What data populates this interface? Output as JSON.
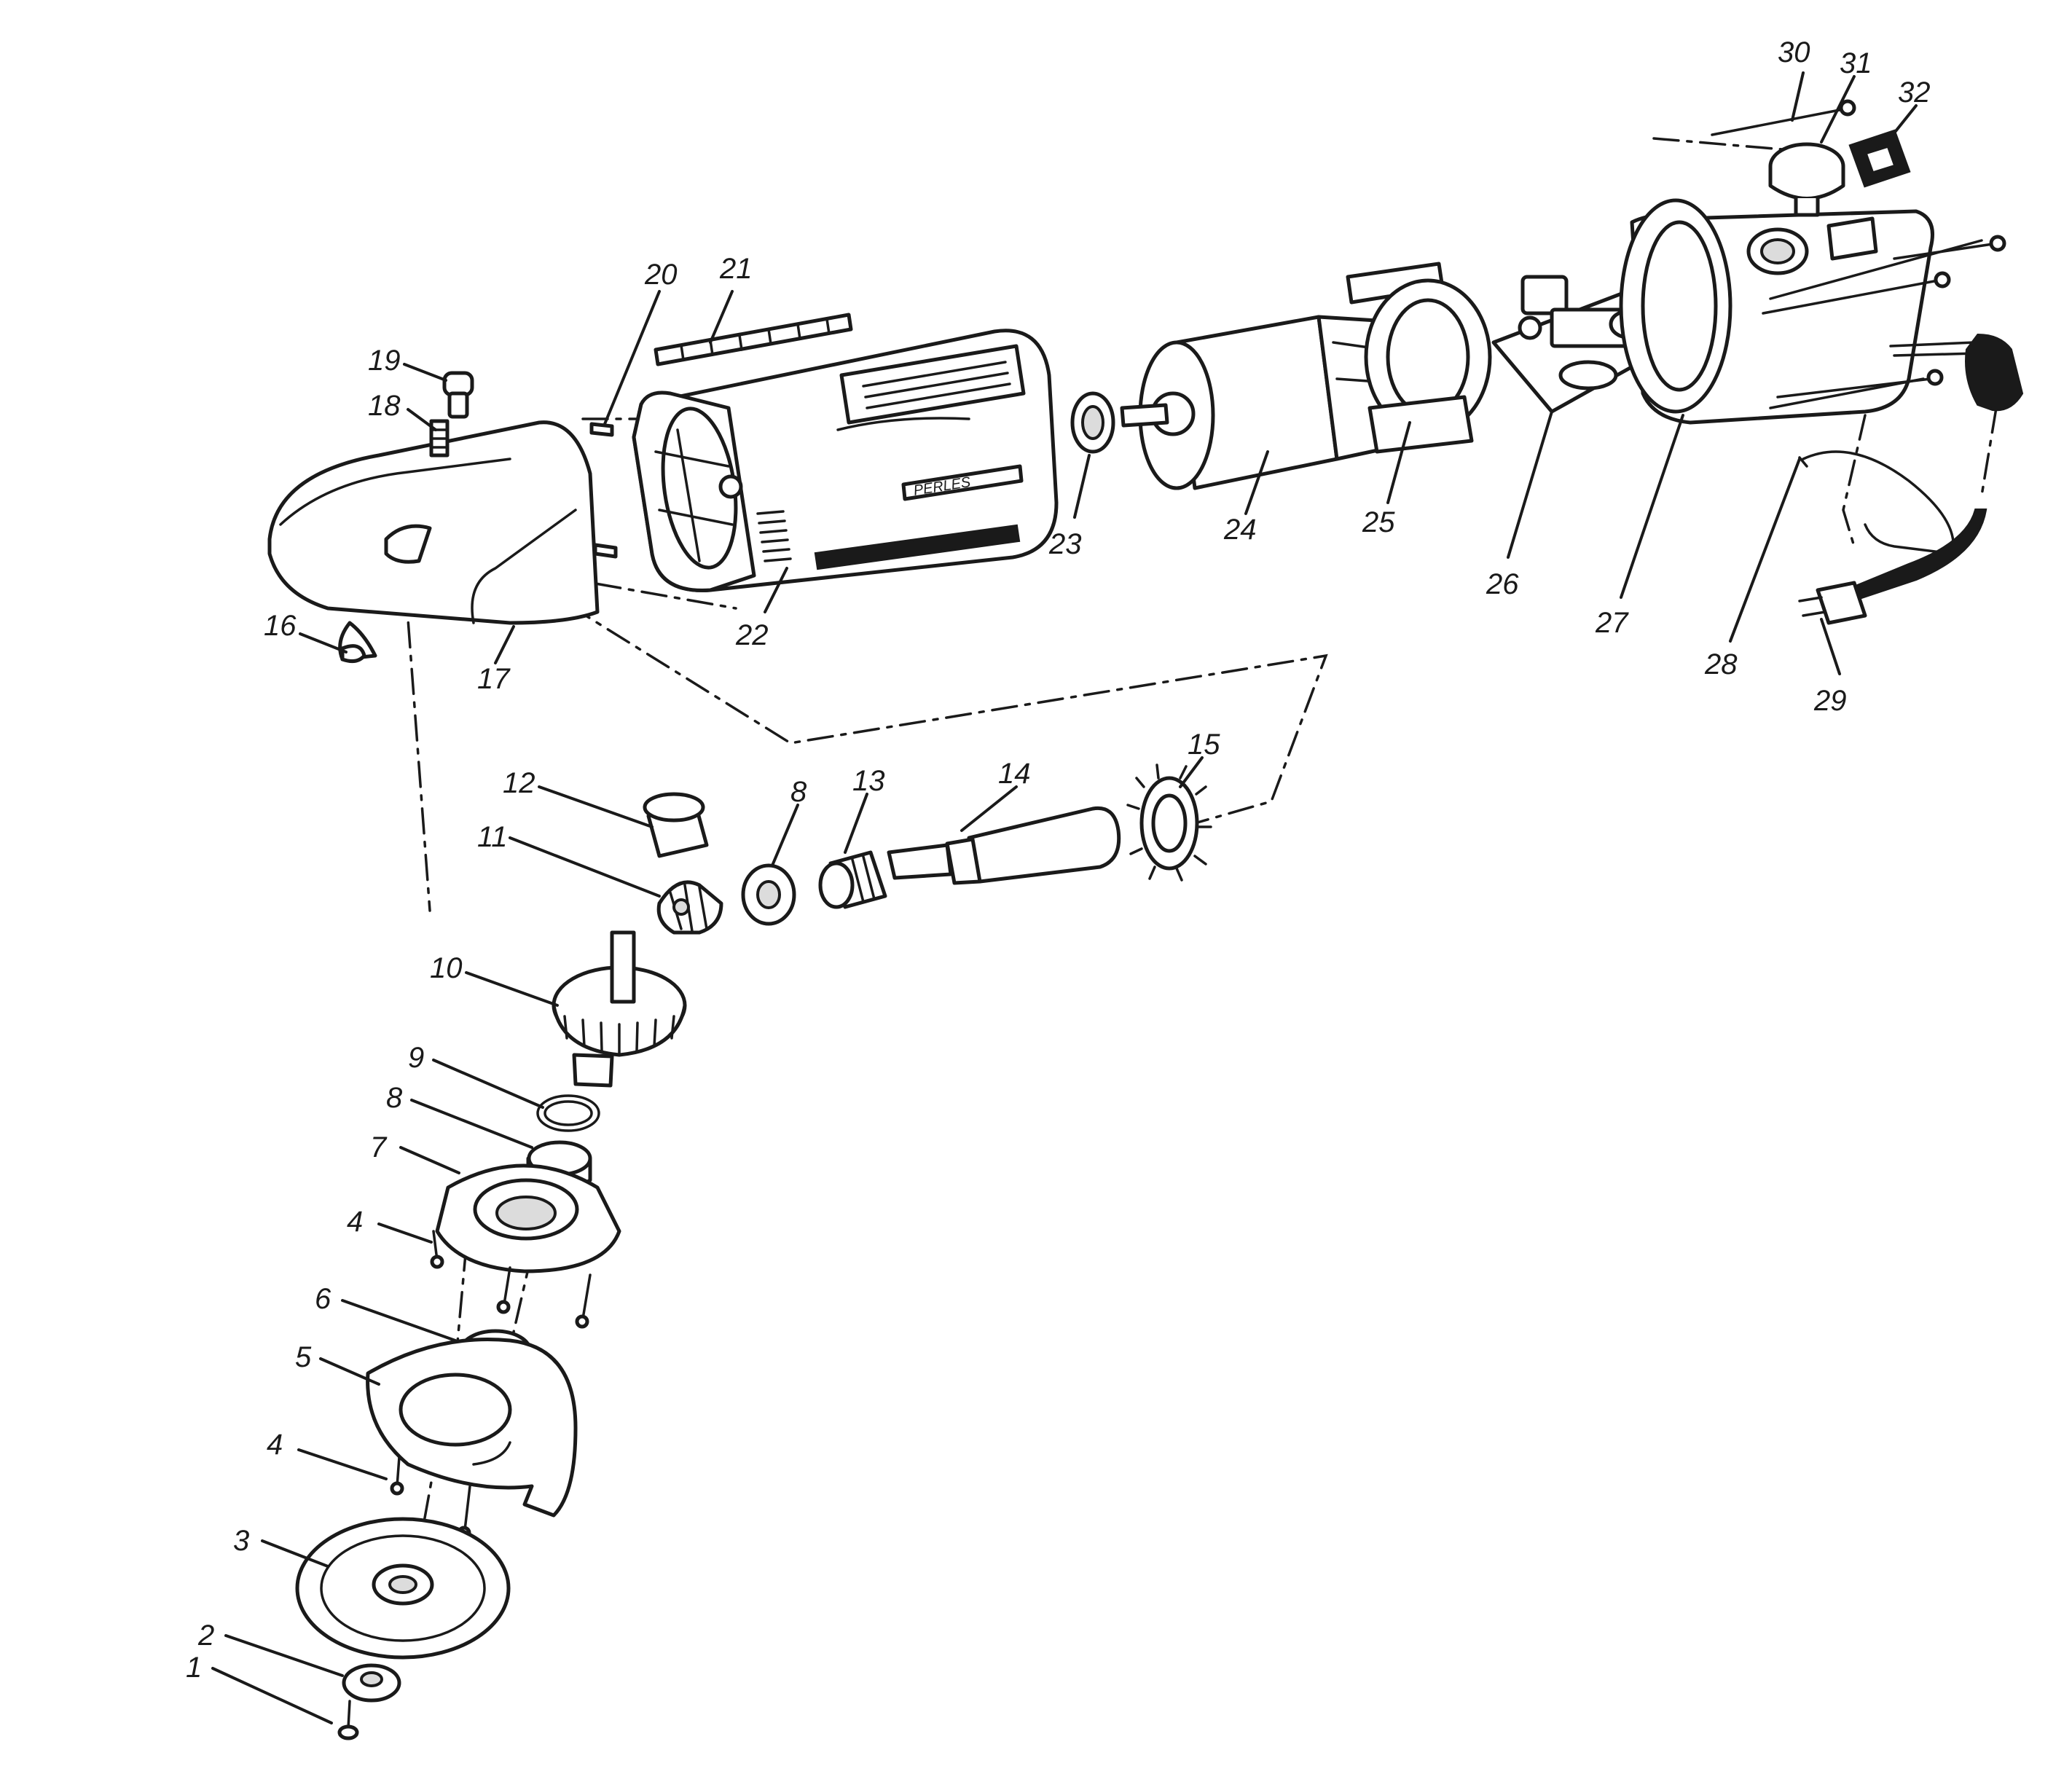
{
  "housing_label": "PERLES",
  "parts": [
    {
      "id": "1",
      "label": "1"
    },
    {
      "id": "2",
      "label": "2"
    },
    {
      "id": "3",
      "label": "3"
    },
    {
      "id": "4a",
      "label": "4"
    },
    {
      "id": "5",
      "label": "5"
    },
    {
      "id": "6",
      "label": "6"
    },
    {
      "id": "4b",
      "label": "4"
    },
    {
      "id": "7",
      "label": "7"
    },
    {
      "id": "8a",
      "label": "8"
    },
    {
      "id": "9",
      "label": "9"
    },
    {
      "id": "10",
      "label": "10"
    },
    {
      "id": "11",
      "label": "11"
    },
    {
      "id": "12",
      "label": "12"
    },
    {
      "id": "8b",
      "label": "8"
    },
    {
      "id": "13",
      "label": "13"
    },
    {
      "id": "14",
      "label": "14"
    },
    {
      "id": "15",
      "label": "15"
    },
    {
      "id": "16",
      "label": "16"
    },
    {
      "id": "17",
      "label": "17"
    },
    {
      "id": "18",
      "label": "18"
    },
    {
      "id": "19",
      "label": "19"
    },
    {
      "id": "20",
      "label": "20"
    },
    {
      "id": "21",
      "label": "21"
    },
    {
      "id": "22",
      "label": "22"
    },
    {
      "id": "23",
      "label": "23"
    },
    {
      "id": "24",
      "label": "24"
    },
    {
      "id": "25",
      "label": "25"
    },
    {
      "id": "26",
      "label": "26"
    },
    {
      "id": "27",
      "label": "27"
    },
    {
      "id": "28",
      "label": "28"
    },
    {
      "id": "29",
      "label": "29"
    },
    {
      "id": "30",
      "label": "30"
    },
    {
      "id": "31",
      "label": "31"
    },
    {
      "id": "32",
      "label": "32"
    }
  ]
}
